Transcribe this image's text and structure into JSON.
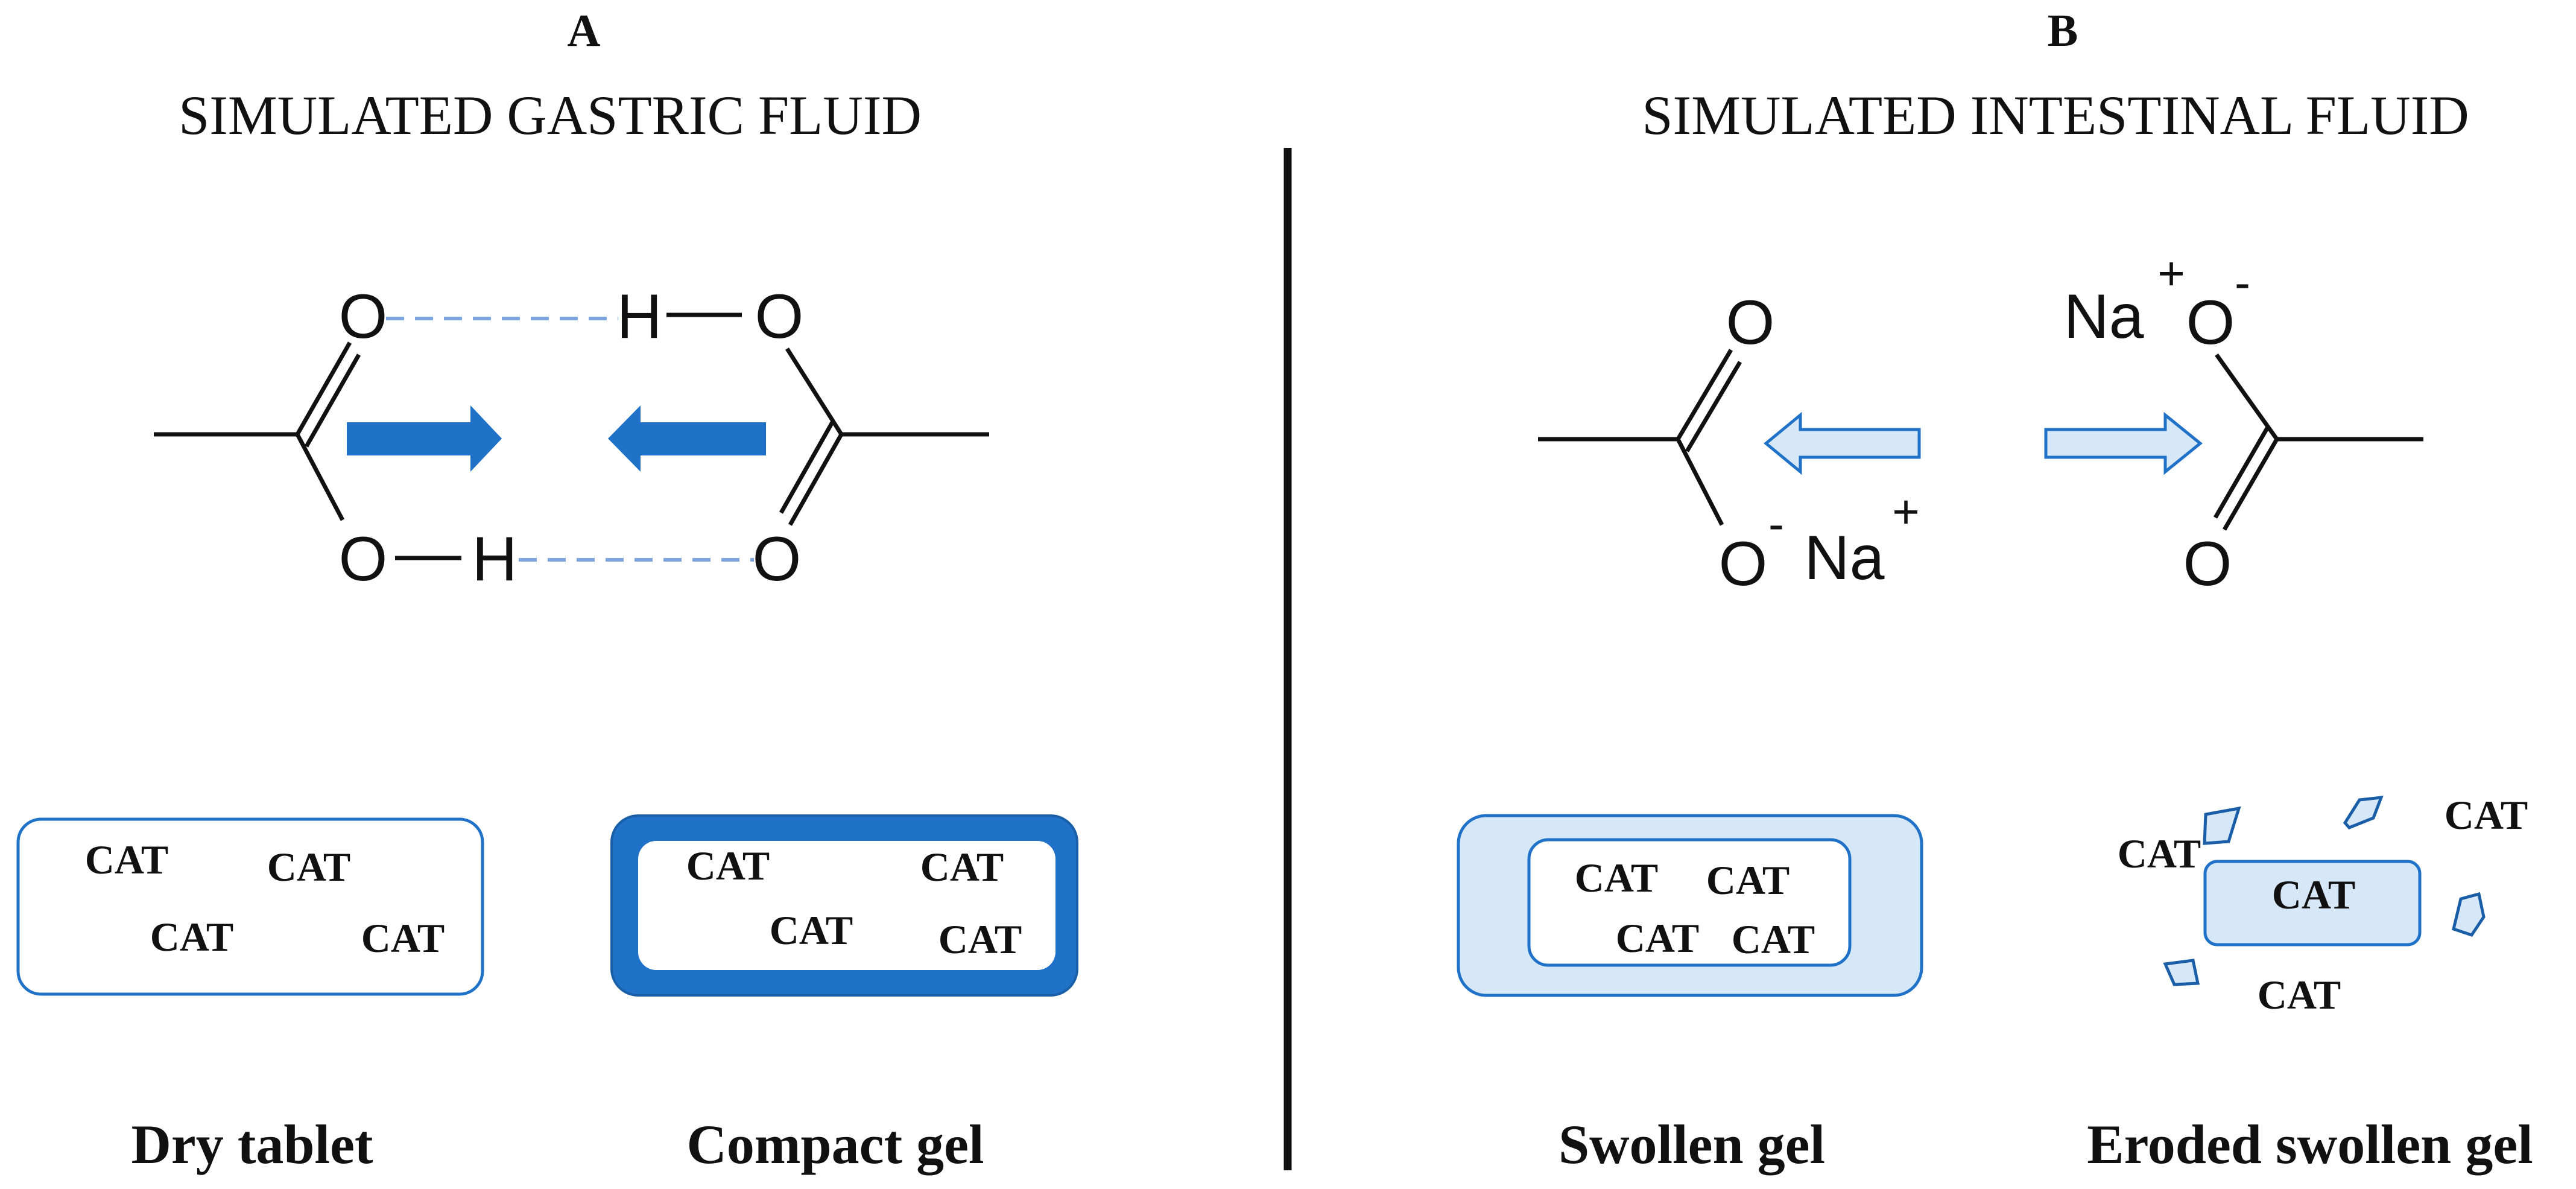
{
  "colors": {
    "accent": "#1f72c8",
    "hbond": "#7ea6dc",
    "light_fill": "#d6e8f8",
    "text": "#111111"
  },
  "panels": {
    "a": {
      "letter": "A",
      "title": "SIMULATED GASTRIC FLUID",
      "atoms": {
        "o_top_left": "O",
        "h_top": "H",
        "o_top_right": "O",
        "o_bottom_left": "O",
        "h_bottom": "H",
        "o_bottom_right": "O"
      },
      "dry_tablet": {
        "cat_labels": [
          "CAT",
          "CAT",
          "CAT",
          "CAT"
        ],
        "caption": "Dry tablet"
      },
      "compact_gel": {
        "cat_labels": [
          "CAT",
          "CAT",
          "CAT",
          "CAT"
        ],
        "caption": "Compact gel"
      }
    },
    "b": {
      "letter": "B",
      "title": "SIMULATED INTESTINAL FLUID",
      "atoms": {
        "o_left_carbonyl": "O",
        "o_left_anion": "O",
        "minus": "-",
        "na_left": "Na",
        "plus": "+",
        "na_right": "Na",
        "o_right_anion": "O",
        "o_right_carbonyl": "O"
      },
      "swollen_gel": {
        "cat_labels": [
          "CAT",
          "CAT",
          "CAT",
          "CAT"
        ],
        "caption": "Swollen gel"
      },
      "eroded_gel": {
        "cat_labels": [
          "CAT",
          "CAT",
          "CAT",
          "CAT"
        ],
        "caption": "Eroded swollen gel"
      }
    }
  }
}
